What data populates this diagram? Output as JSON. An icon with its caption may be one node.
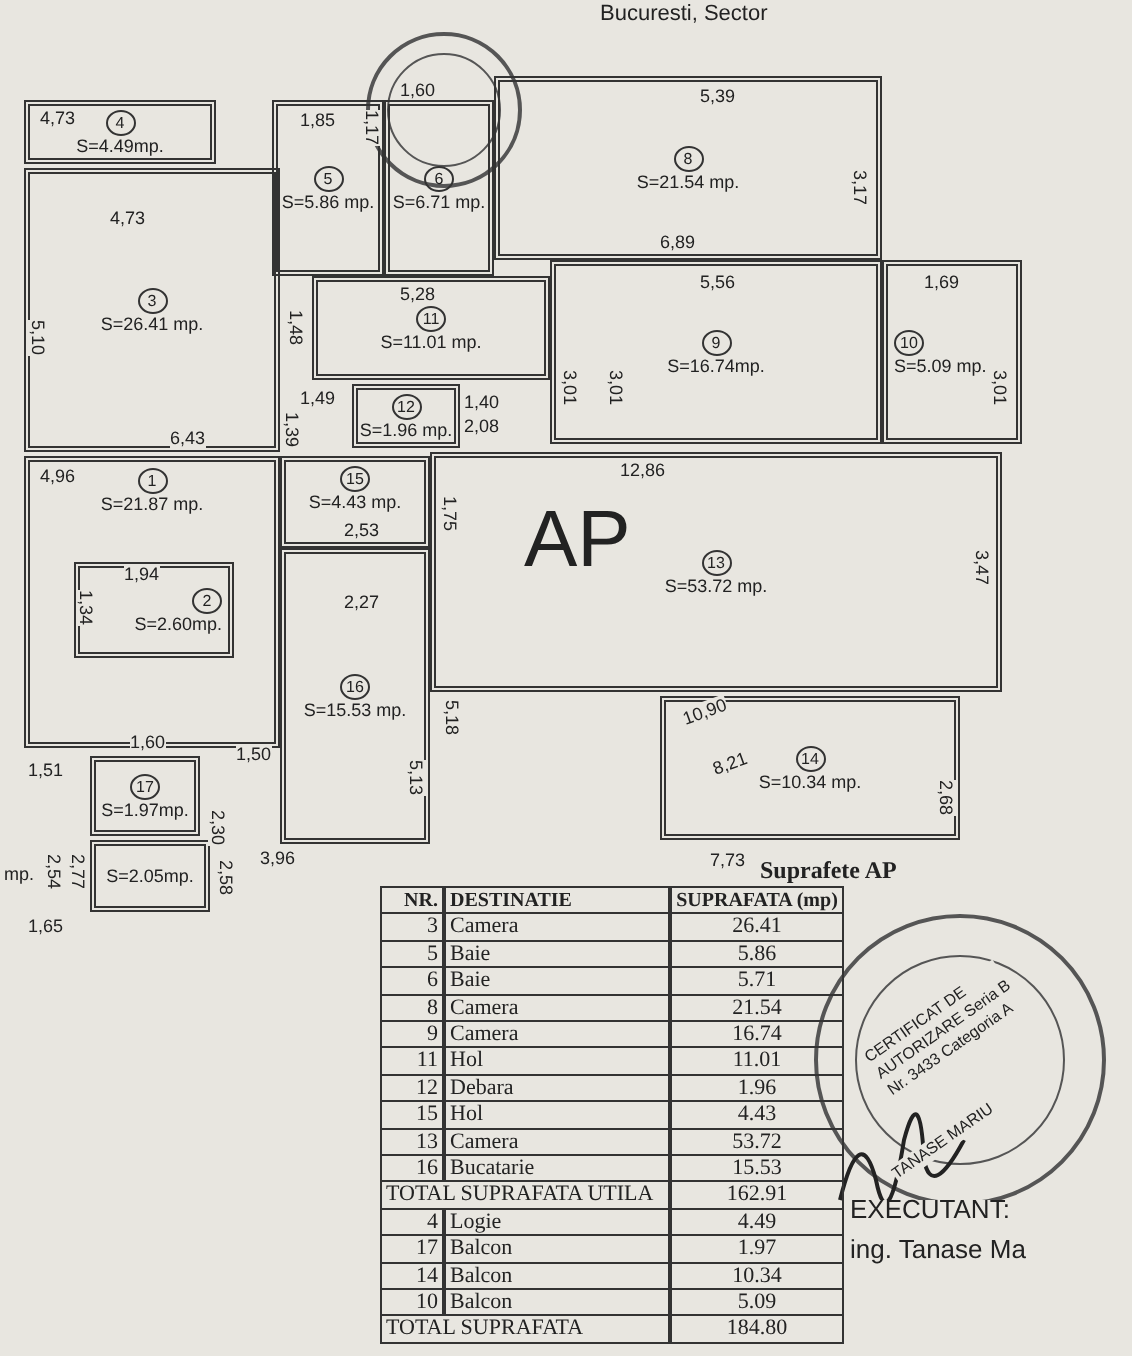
{
  "diagram": {
    "nodes": [
      {
        "text": [
          "4",
          "S=4.49mp."
        ]
      },
      {
        "text": [
          "5",
          "S=5.86 mp."
        ]
      },
      {
        "text": [
          "6",
          "S=6.71 mp."
        ]
      },
      {
        "text": [
          "8",
          "S=21.54 mp."
        ]
      },
      {
        "text": [
          "3",
          "S=26.41 mp."
        ]
      },
      {
        "text": [
          "11",
          "S=11.01 mp."
        ]
      },
      {
        "text": [
          "9",
          "S=16.74mp."
        ]
      },
      {
        "text": [
          "10",
          "S=5.09 mp."
        ]
      },
      {
        "text": [
          "12",
          "S=1.96 mp."
        ]
      },
      {
        "text": [
          "1",
          "S=21.87 mp."
        ]
      },
      {
        "text": [
          "2",
          "S=2.60mp."
        ],
        "in": 9
      },
      {
        "text": [
          "15",
          "S=4.43 mp."
        ]
      },
      {
        "text": [
          "13",
          "S=53.72 mp."
        ]
      },
      {
        "text": [
          "16",
          "S=15.53 mp."
        ]
      },
      {
        "text": [
          "14",
          "S=10.34 mp."
        ]
      },
      {
        "text": [
          "17",
          "S=1.97mp."
        ]
      },
      {
        "text": [
          "S=2.05mp."
        ]
      }
    ],
    "labels": [
      "Bucuresti, Sector",
      "4,73",
      "1,85",
      "1,60",
      "5,39",
      "3,17",
      "4,73",
      "1,17",
      "5,28",
      "6,89",
      "5,56",
      "1,69",
      "5,10",
      "1,48",
      "3,01",
      "3,01",
      "3,01",
      "1,49",
      "2,08",
      "1,39",
      "6,43",
      "1,40",
      "4,96",
      "1,75",
      "12,86",
      "AP",
      "2,53",
      "3,47",
      "1,94",
      "1,34",
      "2,27",
      "5,13",
      "5,18",
      "10,90",
      "8,21",
      "2,68",
      "1,51",
      "1,60",
      "1,50",
      "2,30",
      "2,54",
      "2,77",
      "2,58",
      "3,96",
      "7,73",
      "1,65",
      "mp.",
      "Suprafete AP",
      "NR.",
      "DESTINATIE",
      "SUPRAFATA (mp)",
      "3",
      "Camera",
      "26.41",
      "5",
      "Baie",
      "5.86",
      "6",
      "Baie",
      "5.71",
      "8",
      "Camera",
      "21.54",
      "9",
      "Camera",
      "16.74",
      "11",
      "Hol",
      "11.01",
      "12",
      "Debara",
      "1.96",
      "15",
      "Hol",
      "4.43",
      "13",
      "Camera",
      "53.72",
      "16",
      "Bucatarie",
      "15.53",
      "TOTAL SUPRAFATA UTILA",
      "162.91",
      "4",
      "Logie",
      "4.49",
      "17",
      "Balcon",
      "1.97",
      "14",
      "Balcon",
      "10.34",
      "10",
      "Balcon",
      "5.09",
      "TOTAL SUPRAFATA",
      "184.80",
      "CERTIFICAT DE AUTORIZARE Seria B Nr. 3433 Categoria A",
      "TANASE MARIU",
      "EXECUTANT:",
      "ing. Tanase Ma"
    ]
  }
}
